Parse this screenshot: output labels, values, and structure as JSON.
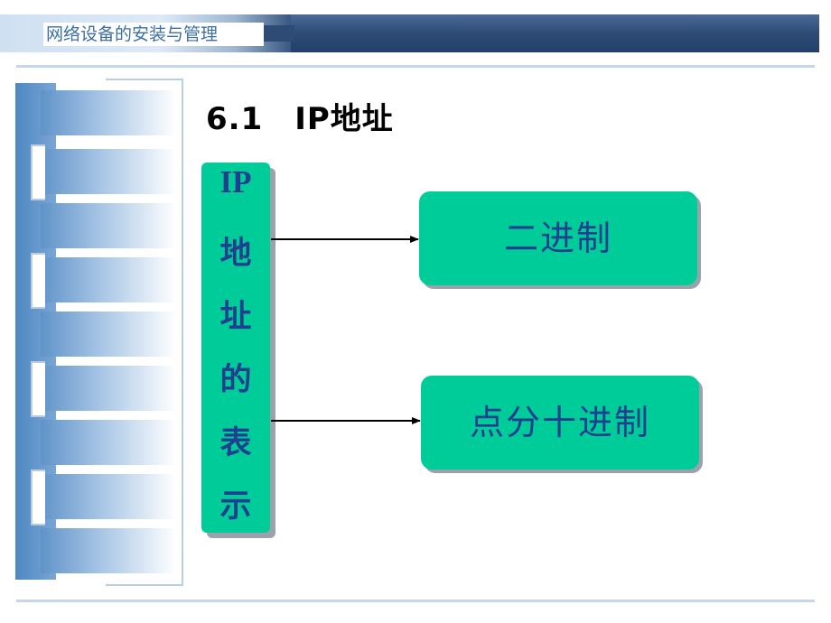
{
  "header": {
    "title": "网络设备的安装与管理"
  },
  "heading": "6.1　IP地址",
  "diagram": {
    "root": {
      "chars": [
        "IP",
        "地",
        "址",
        "的",
        "表",
        "示"
      ]
    },
    "branches": [
      {
        "label": "二进制"
      },
      {
        "label": "点分十进制"
      }
    ],
    "colors": {
      "box": "#00cc99",
      "text": "#1f3f8f",
      "arrow": "#000000"
    }
  }
}
